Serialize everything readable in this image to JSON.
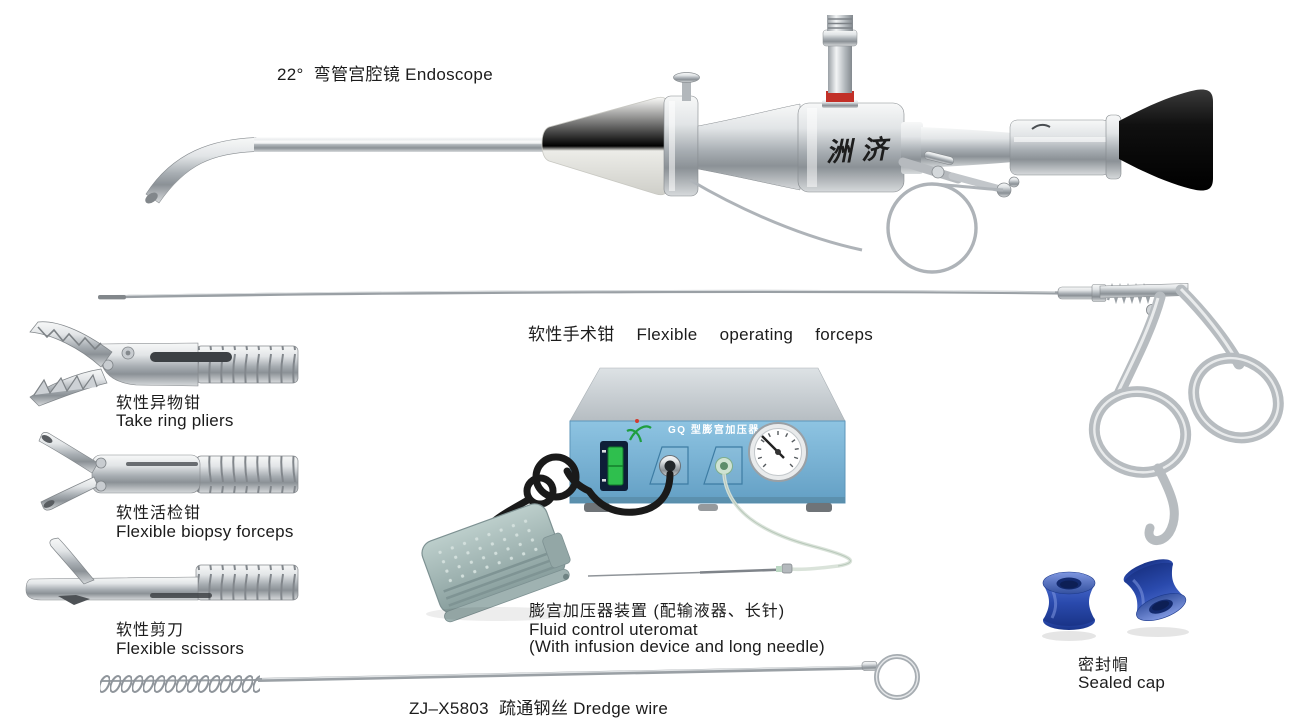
{
  "colors": {
    "background": "#ffffff",
    "text": "#1c1c1c",
    "metal_light": "#f2f4f5",
    "metal_dark": "#8b9196",
    "panel_blue": "#79b5d8",
    "box_top_gray": "#c9cfd3",
    "cap_blue": "#2d4cae",
    "eyecup_black": "#161616",
    "red_band": "#c23028",
    "pedal_gray_green": "#a3b8b6",
    "switch_green": "#2fbf4e",
    "cable_black": "#1a1a1a"
  },
  "endoscope": {
    "caption": "22°  弯管宫腔镜 Endoscope",
    "brand": "洲济"
  },
  "operating_forceps": {
    "caption": "软性手术钳  Flexible  operating  forceps"
  },
  "take_ring_pliers": {
    "caption_zh": "软性异物钳",
    "caption_en": "Take ring pliers"
  },
  "biopsy_forceps": {
    "caption_zh": "软性活检钳",
    "caption_en": "Flexible biopsy forceps"
  },
  "flexible_scissors": {
    "caption_zh": "软性剪刀",
    "caption_en": "Flexible scissors"
  },
  "uteromat": {
    "caption_zh": "膨宫加压器装置 (配输液器、长针)",
    "caption_en_line1": "Fluid control uteromat",
    "caption_en_line2": "(With infusion device and long needle)",
    "panel_text": "GQ 型膨宫加压器"
  },
  "sealed_caps": {
    "caption_zh": "密封帽",
    "caption_en": "Sealed cap"
  },
  "dredge_wire": {
    "caption": "ZJ–X5803  疏通钢丝 Dredge wire"
  }
}
